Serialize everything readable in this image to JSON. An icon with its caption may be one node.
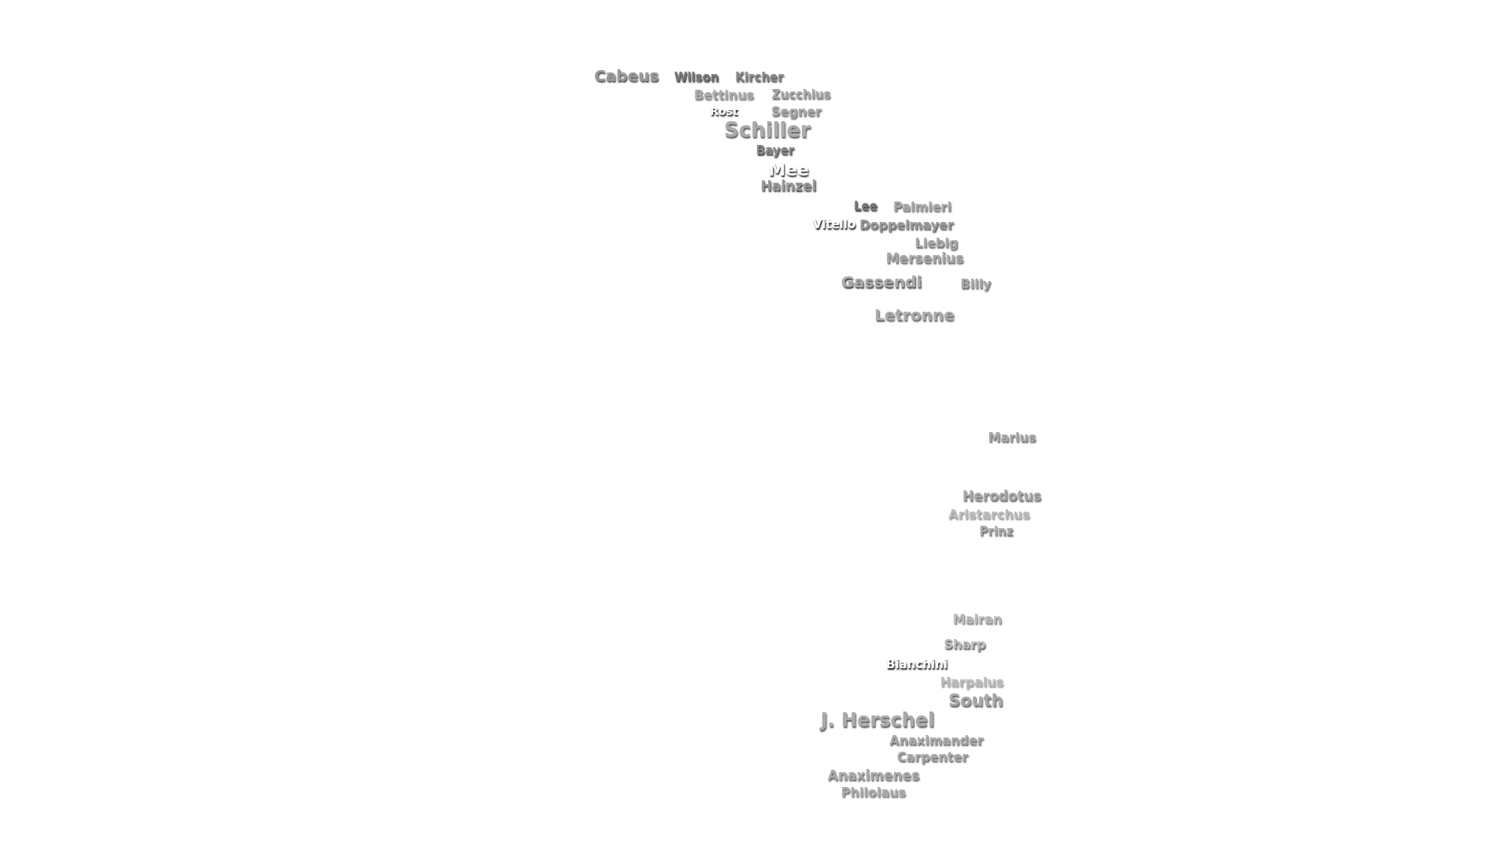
{
  "diagram": {
    "labels": [
      "Cabeus",
      "Wilson",
      "Kircher",
      "Zucchius",
      "Bettinus",
      "Segner",
      "Rost",
      "Schiller",
      "Bayer",
      "Mee",
      "Hainzel",
      "Lee",
      "Palmieri",
      "Vitello",
      "Doppelmayer",
      "Liebig",
      "Mersenius",
      "Gassendi",
      "Billy",
      "Letronne",
      "Marius",
      "Herodotus",
      "Aristarchus",
      "Prinz",
      "Mairan",
      "Sharp",
      "Bianchini",
      "Harpalus",
      "South",
      "J. Herschel",
      "Anaximander",
      "Carpenter",
      "Anaximenes",
      "Philolaus"
    ]
  }
}
